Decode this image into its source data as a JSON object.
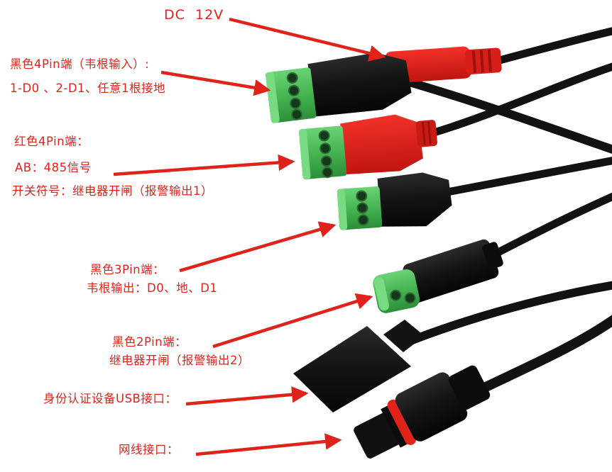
{
  "annotations": {
    "dc_12v": "DC  12V",
    "black_4pin_title": "黑色4Pin端（韦根输入）:",
    "black_4pin_desc": "1-D0 、2-D1、任意1根接地",
    "red_4pin_title": "红色4Pin端：",
    "red_4pin_ab": "AB：485信号",
    "red_4pin_switch": "开关符号：继电器开闸（报警输出1）",
    "black_3pin_title": "黑色3Pin端：",
    "black_3pin_desc": "韦根输出：D0、地、D1",
    "black_2pin_title": "黑色2Pin端：",
    "black_2pin_desc": "继电器开闸（报警输出2）",
    "usb_label": "身份认证设备USB接口：",
    "network_label": "网线接口："
  },
  "connectors": [
    {
      "key": "dc-power-plug",
      "label_ref": "dc_12v",
      "body_color": "red"
    },
    {
      "key": "black-4pin-terminal",
      "label_ref": "black_4pin_title",
      "body_color": "black",
      "terminal_color": "green",
      "pins": 4
    },
    {
      "key": "red-4pin-terminal",
      "label_ref": "red_4pin_title",
      "body_color": "red",
      "terminal_color": "green",
      "pins": 4
    },
    {
      "key": "black-3pin-terminal",
      "label_ref": "black_3pin_title",
      "body_color": "black",
      "terminal_color": "green",
      "pins": 3
    },
    {
      "key": "black-2pin-terminal",
      "label_ref": "black_2pin_title",
      "body_color": "black",
      "terminal_color": "green",
      "pins": 2
    },
    {
      "key": "usb-port",
      "label_ref": "usb_label",
      "body_color": "black"
    },
    {
      "key": "ethernet-plug",
      "label_ref": "network_label",
      "body_color": "black",
      "ring_color": "red"
    }
  ],
  "colors": {
    "label_red": "#e0241c",
    "arrow_red": "#df221a",
    "connector_red": "#e02векс318",
    "terminal_green": "#46b552",
    "cable_black": "#121212",
    "background": "#ffffff"
  }
}
